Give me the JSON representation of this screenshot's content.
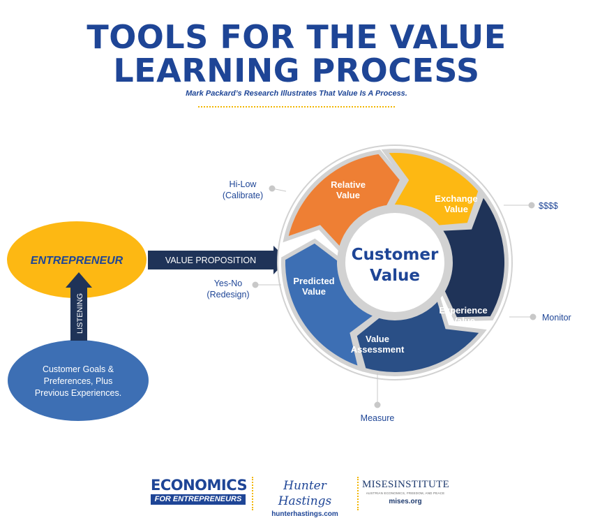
{
  "title": {
    "line1": "TOOLS FOR THE VALUE",
    "line2": "LEARNING PROCESS",
    "subtitle": "Mark Packard’s Research Illustrates That Value Is A Process."
  },
  "left": {
    "entrepreneur": "ENTREPRENEUR",
    "value_proposition": "VALUE PROPOSITION",
    "listening": "LISTENING",
    "customer_line1": "Customer Goals &",
    "customer_line2": "Preferences, Plus",
    "customer_line3": "Previous Experiences."
  },
  "cycle": {
    "center_line1": "Customer",
    "center_line2": "Value",
    "segments": [
      {
        "line1": "Relative",
        "line2": "Value",
        "color": "#3d6fb4"
      },
      {
        "line1": "Exchange",
        "line2": "Value",
        "color": "#ee7f34"
      },
      {
        "line1": "Experience",
        "line2": "Value",
        "color": "#fdb813"
      },
      {
        "line1": "Value",
        "line2": "Assessment",
        "color": "#1f3358"
      },
      {
        "line1": "Predicted",
        "line2": "Value",
        "color": "#2a4f86"
      }
    ]
  },
  "annotations": {
    "relative_line1": "Hi-Low",
    "relative_line2": "(Calibrate)",
    "exchange": "$$$$",
    "experience": "Monitor",
    "assessment": "Measure",
    "predicted_line1": "Yes-No",
    "predicted_line2": "(Redesign)"
  },
  "footer": {
    "econ_top": "ECONOMICS",
    "econ_bottom": "FOR ENTREPRENEURS",
    "hunter_name": "Hunter Hastings",
    "hunter_url": "hunterhastings.com",
    "mises_name": "MISESINSTITUTE",
    "mises_tagline": "AUSTRIAN ECONOMICS, FREEDOM, AND PEACE",
    "mises_url": "mises.org"
  }
}
